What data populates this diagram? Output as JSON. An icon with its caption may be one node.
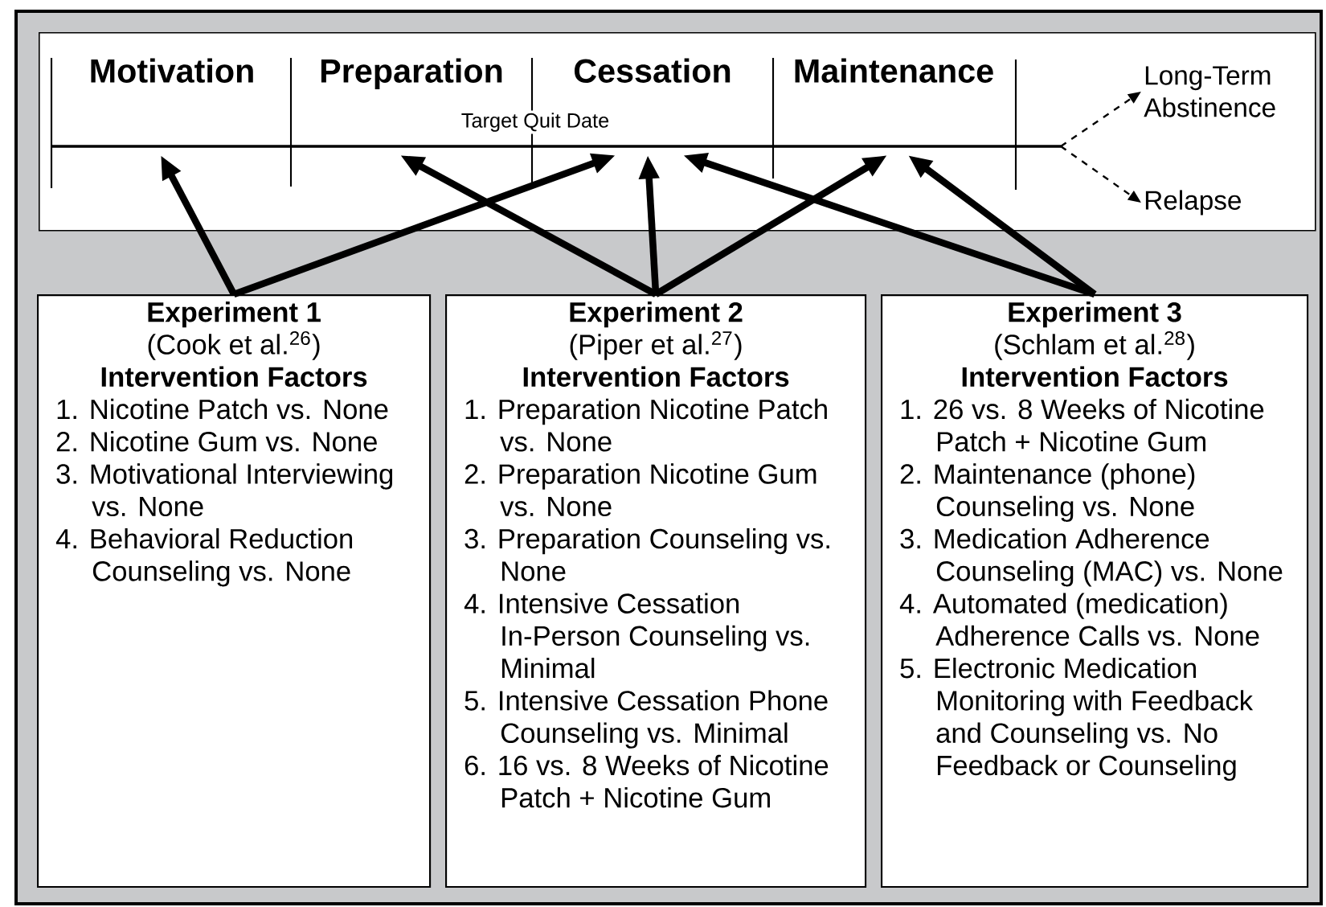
{
  "diagram": {
    "nodes": [
      {
        "text": [],
        "shape": "box"
      },
      {
        "text": [
          "Motivation"
        ],
        "in": 0
      },
      {
        "text": [
          "Preparation"
        ],
        "in": 0
      },
      {
        "text": [
          "Cessation"
        ],
        "in": 0
      },
      {
        "text": [
          "Maintenance"
        ],
        "in": 0
      },
      {
        "text": [
          "Long-Term Abstinence"
        ],
        "in": 0
      },
      {
        "text": [
          "Relapse"
        ],
        "in": 0
      },
      {
        "text": [
          "Experiment 1",
          "(Cook et al.$^{26}$)",
          "Intervention Factors",
          "1. Nicotine Patch vs. None",
          "2. Nicotine Gum vs. None",
          "3. Motivational Interviewing vs. None",
          "4. Behavioral Reduction Counseling vs. None"
        ]
      },
      {
        "text": [
          "Experiment 2",
          "(Piper et al.$^{27}$)",
          "Intervention Factors",
          "1. Preparation Nicotine Patch vs. None",
          "2. Preparation Nicotine Gum vs. None",
          "3. Preparation Counseling vs. None",
          "4. Intensive Cessation In-Person Counseling vs. Minimal",
          "5. Intensive Cessation Phone Counseling vs. Minimal",
          "6. 16 vs. 8 Weeks of Nicotine Patch + Nicotine Gum"
        ]
      },
      {
        "text": [
          "Experiment 3",
          "(Schlam et al.$^{28}$)",
          "Intervention Factors",
          "1. 26 vs. 8 Weeks of Nicotine Patch + Nicotine Gum",
          "2. Maintenance (phone) Counseling vs. None",
          "3. Medication Adherence Counseling (MAC) vs. None",
          "4. Automated (medication) Adherence Calls vs. None",
          "5. Electronic Medication Monitoring with Feedback and Counseling vs. No Feedback or Counseling"
        ]
      }
    ],
    "edges": [
      {
        "from": 7,
        "to": 1,
        "arrow": "to"
      },
      {
        "from": 7,
        "to": 3,
        "arrow": "to"
      },
      {
        "from": 8,
        "to": 2,
        "arrow": "to"
      },
      {
        "from": 8,
        "to": 3,
        "arrow": "to"
      },
      {
        "from": 8,
        "to": 4,
        "arrow": "to"
      },
      {
        "from": 9,
        "to": 3,
        "arrow": "to"
      },
      {
        "from": 9,
        "to": 4,
        "arrow": "to"
      },
      {
        "from": null,
        "to": 5,
        "arrow": "to",
        "style": "dashed"
      },
      {
        "from": null,
        "to": 6,
        "arrow": "to",
        "style": "dashed"
      }
    ],
    "labels": [
      "Target Quit Date"
    ]
  }
}
